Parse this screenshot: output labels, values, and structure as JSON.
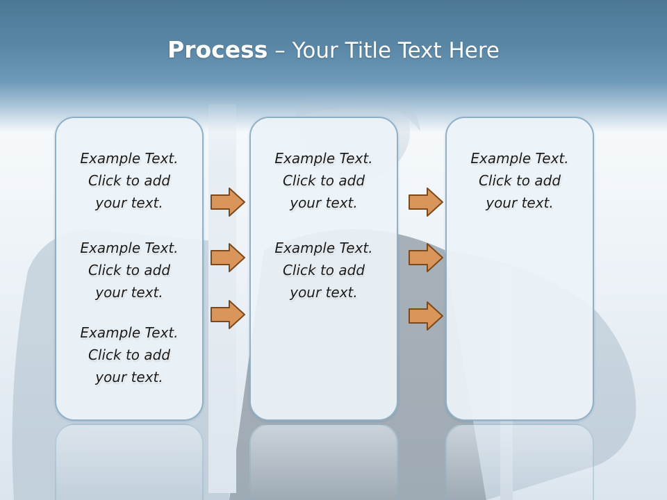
{
  "title": {
    "bold": "Process",
    "rest": " – Your Title Text Here"
  },
  "columns": [
    {
      "items": [
        {
          "lines": [
            "Example Text.",
            "Click  to add",
            "your text."
          ]
        },
        {
          "lines": [
            "Example Text.",
            "Click  to add",
            "your text."
          ]
        },
        {
          "lines": [
            "Example Text.",
            "Click  to add",
            "your text."
          ]
        }
      ]
    },
    {
      "items": [
        {
          "lines": [
            "Example Text.",
            "Click  to add",
            "your text."
          ]
        },
        {
          "lines": [
            "Example Text.",
            "Click  to add",
            "your text."
          ]
        }
      ]
    },
    {
      "items": [
        {
          "lines": [
            "Example Text.",
            "Click  to add",
            "your text."
          ]
        }
      ]
    }
  ],
  "arrows": {
    "between_1_2": 3,
    "between_2_3": 3
  },
  "colors": {
    "header": "#5a87a6",
    "box_border": "#8fb0c6",
    "box_fill": "#ecf3f8",
    "arrow_fill": "#d9955a",
    "arrow_stroke": "#7a4a1e"
  }
}
